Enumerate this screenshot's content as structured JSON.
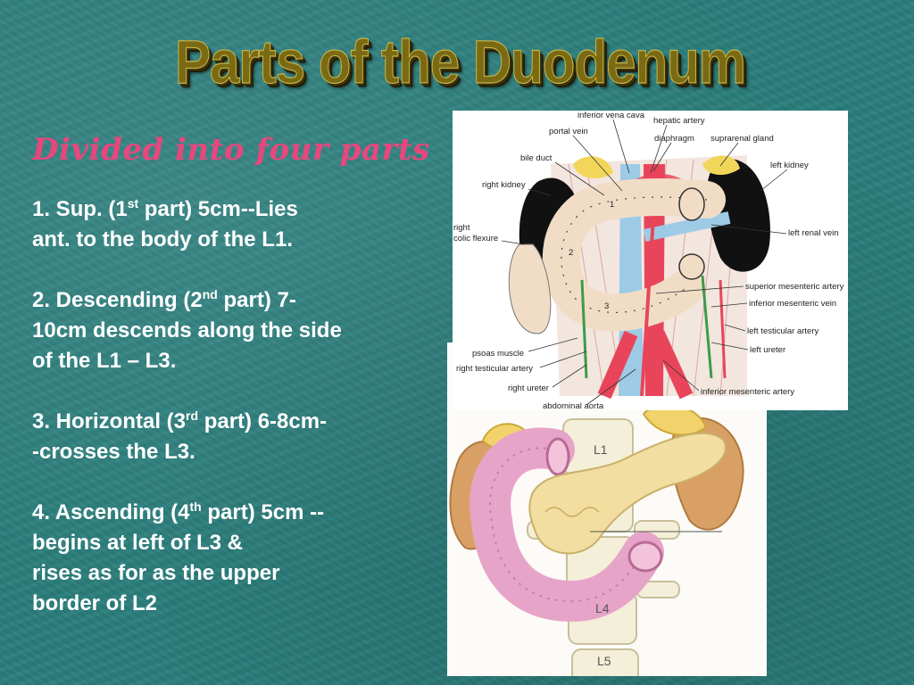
{
  "title": "Parts of the Duodenum",
  "subtitle": "Divided into four parts",
  "parts": [
    {
      "lines": [
        "1. Sup. (1|st| part) 5cm--Lies",
        "ant. to the body of the L1."
      ]
    },
    {
      "lines": [
        "2. Descending (2|nd| part) 7-",
        "10cm descends along the  side",
        "of the L1 – L3."
      ]
    },
    {
      "lines": [
        "3. Horizontal (3|rd| part) 6-8cm-",
        "-crosses the L3."
      ]
    },
    {
      "lines": [
        "4. Ascending (4|th| part) 5cm --",
        "begins at left  of L3 &",
        "rises as for as the upper",
        "border of L2"
      ]
    }
  ],
  "figure_top": {
    "labels": {
      "ivc": "inferior vena cava",
      "hepatic_artery": "hepatic artery",
      "portal_vein": "portal vein",
      "diaphragm": "diaphragm",
      "suprarenal": "suprarenal gland",
      "bile_duct": "bile duct",
      "left_kidney": "left kidney",
      "right_kidney": "right kidney",
      "right": "right",
      "colic_flexure": "colic flexure",
      "left_renal_vein": "left renal vein",
      "sma": "superior mesenteric artery",
      "imv": "inferior mesenteric vein",
      "left_testicular": "left testicular artery",
      "psoas": "psoas muscle",
      "left_ureter": "left ureter",
      "right_testicular": "right testicular artery",
      "right_ureter": "right ureter",
      "ima": "inferior mesenteric artery",
      "aorta": "abdominal aorta",
      "n1": "1",
      "n2": "2",
      "n3": "3"
    }
  },
  "figure_bottom": {
    "labels": {
      "l1": "L1",
      "l4": "L4",
      "l5": "L5"
    }
  }
}
